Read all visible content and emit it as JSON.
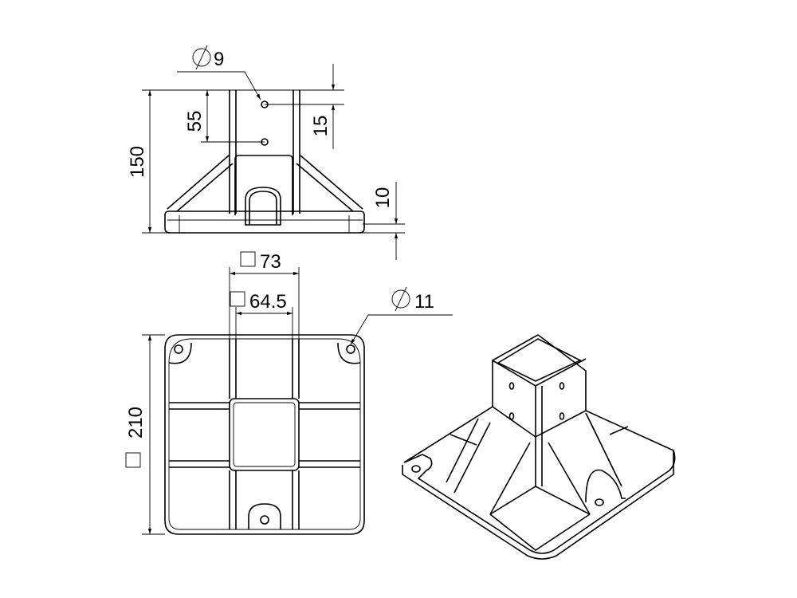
{
  "front_view": {
    "hole_diameter": "9",
    "hole_spacing": "55",
    "hole_offset_top": "15",
    "total_height": "150",
    "base_thickness": "10"
  },
  "top_view": {
    "tube_outer": "73",
    "tube_inner": "64.5",
    "mount_hole_diameter": "11",
    "base_size": "210"
  },
  "colors": {
    "line": "#000000",
    "background": "#ffffff"
  }
}
